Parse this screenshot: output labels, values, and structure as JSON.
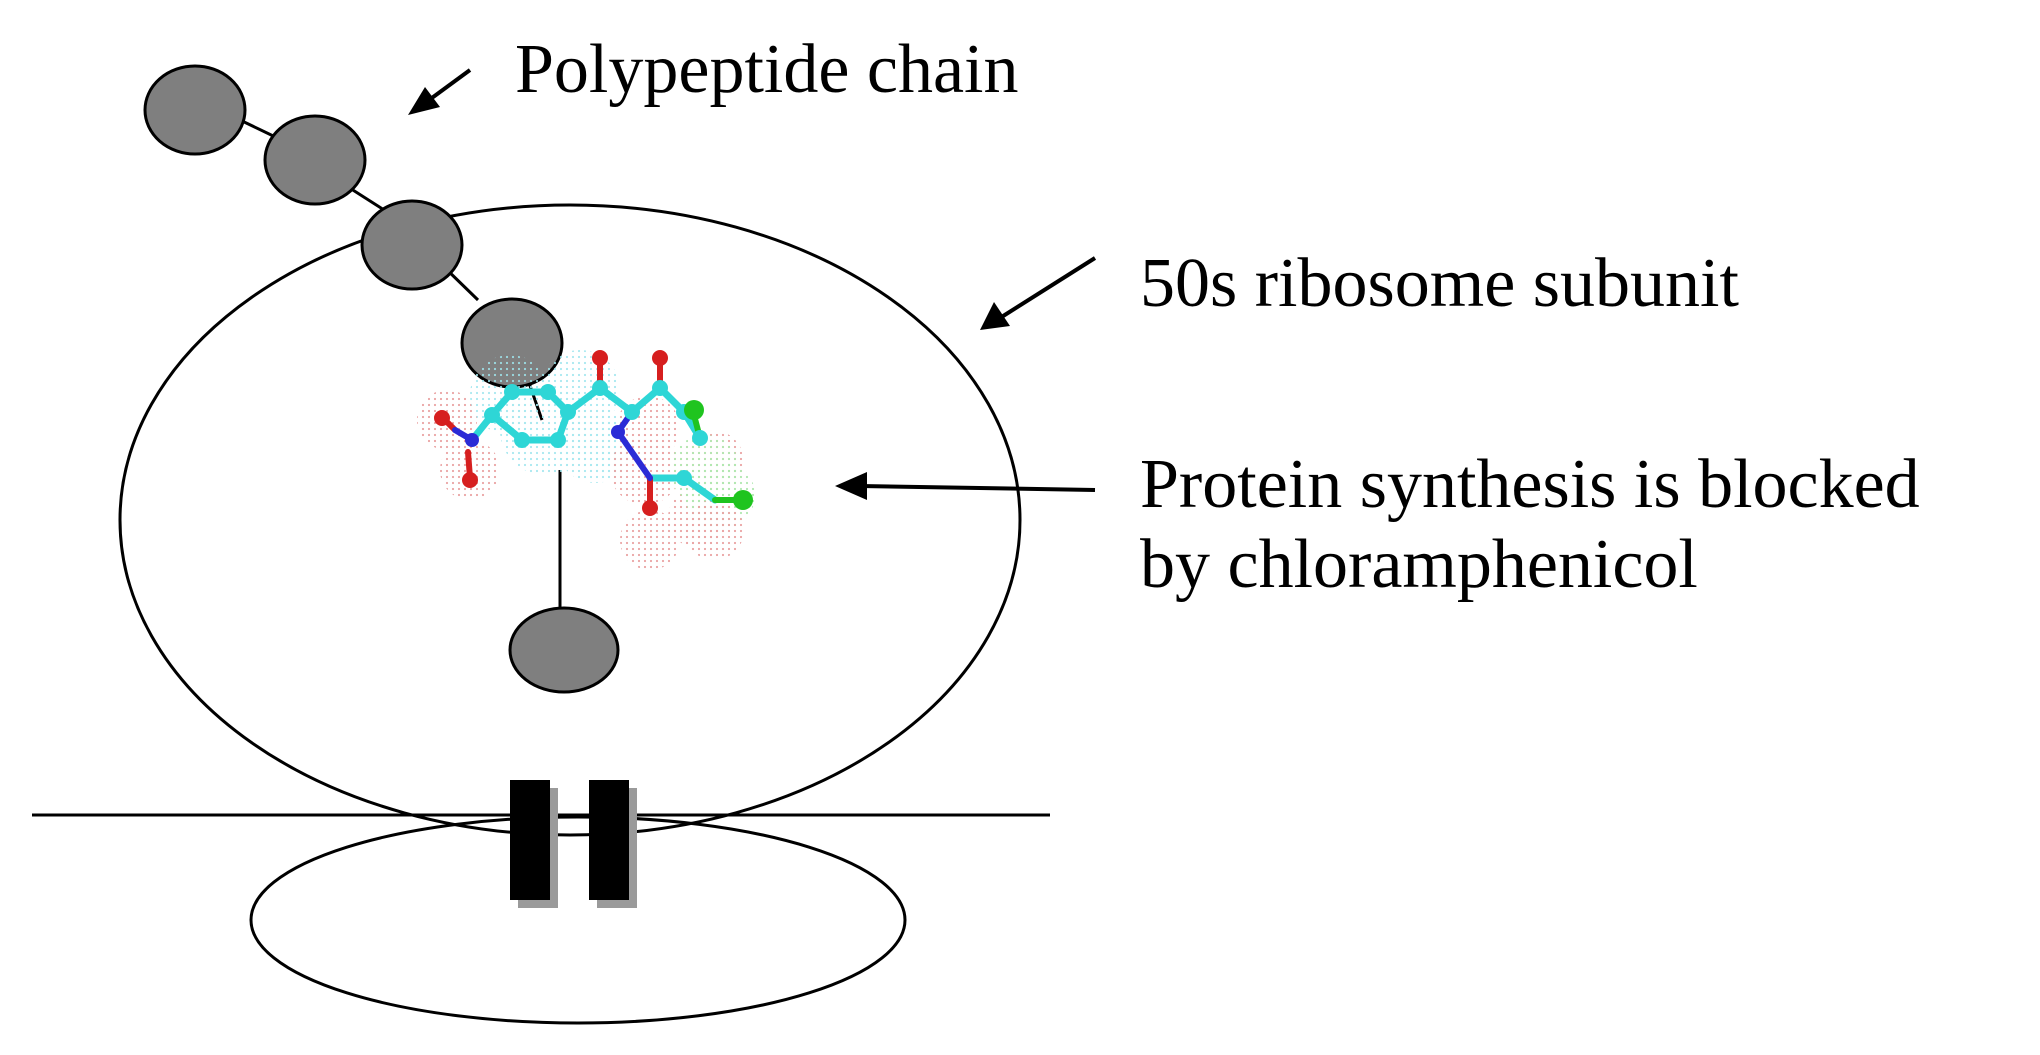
{
  "labels": {
    "polypeptide_chain": "Polypeptide chain",
    "ribosome_50s": "50s ribosome subunit",
    "protein_synthesis_line1": "Protein synthesis is blocked",
    "protein_synthesis_line2": "by chloramphenicol"
  },
  "colors": {
    "amino_acid_fill": "#7f7f7f",
    "outline": "#000000",
    "carbon": "#2ed6d6",
    "oxygen": "#d61f1f",
    "nitrogen": "#2b2bd6",
    "chlorine": "#1fc41f"
  }
}
